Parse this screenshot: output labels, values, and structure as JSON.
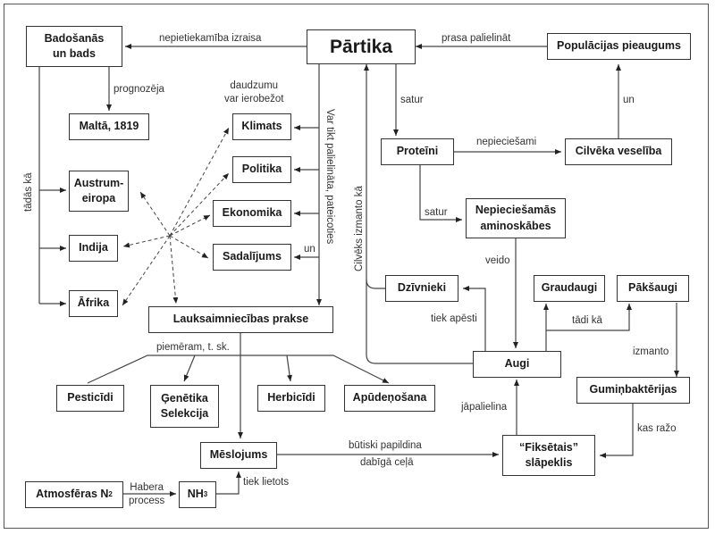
{
  "diagram": {
    "nodes": {
      "partika": "Pārtika",
      "badosanas": "Badošanās\nun bads",
      "populacijas": "Populācijas pieaugums",
      "malta": "Maltā, 1819",
      "klimats": "Klimats",
      "politika": "Politika",
      "ekonomika": "Ekonomika",
      "sadalijums": "Sadalījums",
      "austrumeiropa": "Austrum-\neiropa",
      "indija": "Indija",
      "afrika": "Āfrika",
      "lauksaimniecibas": "Lauksaimniecības prakse",
      "proteini": "Proteīni",
      "cilveka_veseliba": "Cilvēka veselība",
      "aminoskabes": "Nepieciešamās\naminoskābes",
      "dzivnieki": "Dzīvnieki",
      "graudaugi": "Graudaugi",
      "paksaugi": "Pākšaugi",
      "augi": "Augi",
      "guminbakterijas": "Gumiņbaktērijas",
      "pesticidi": "Pesticīdi",
      "genetika": "Ģenētika\nSelekcija",
      "herbicidi": "Herbicīdi",
      "apudenosana": "Apūdeņošana",
      "meslojums": "Mēslojums",
      "fiksetais": "“Fiksētais”\nslāpeklis",
      "atmosferas": "Atmosfēras N",
      "atmosferas_sub": "2",
      "nh": "NH",
      "nh_sub": "3"
    },
    "labels": {
      "nepietiekamiba": "nepietiekamība izraisa",
      "prasa": "prasa palielināt",
      "prognozeja": "prognozēja",
      "daudzumu": "daudzumu\nvar ierobežot",
      "var_tikt": "Var tikt palielināta, pateicoties",
      "un_sadalijums": "un",
      "tadas_ka": "tādās kā",
      "satur_partika": "satur",
      "nepieciesami": "nepieciešami",
      "un_populacija": "un",
      "satur_proteini": "satur",
      "cilveks_izmanto": "Cilvēks izmanto kā",
      "veido": "veido",
      "tiek_apesti": "tiek apēsti",
      "tadi_ka": "tādi kā",
      "izmanto": "izmanto",
      "piemeram": "piemēram, t. sk.",
      "japalielina": "jāpalielina",
      "kas_razo": "kas ražo",
      "butiski": "būtiski papildina",
      "dabiga": "dabīgā ceļā",
      "habera": "Habera\nprocess",
      "tiek_lietots": "tiek lietots"
    }
  }
}
